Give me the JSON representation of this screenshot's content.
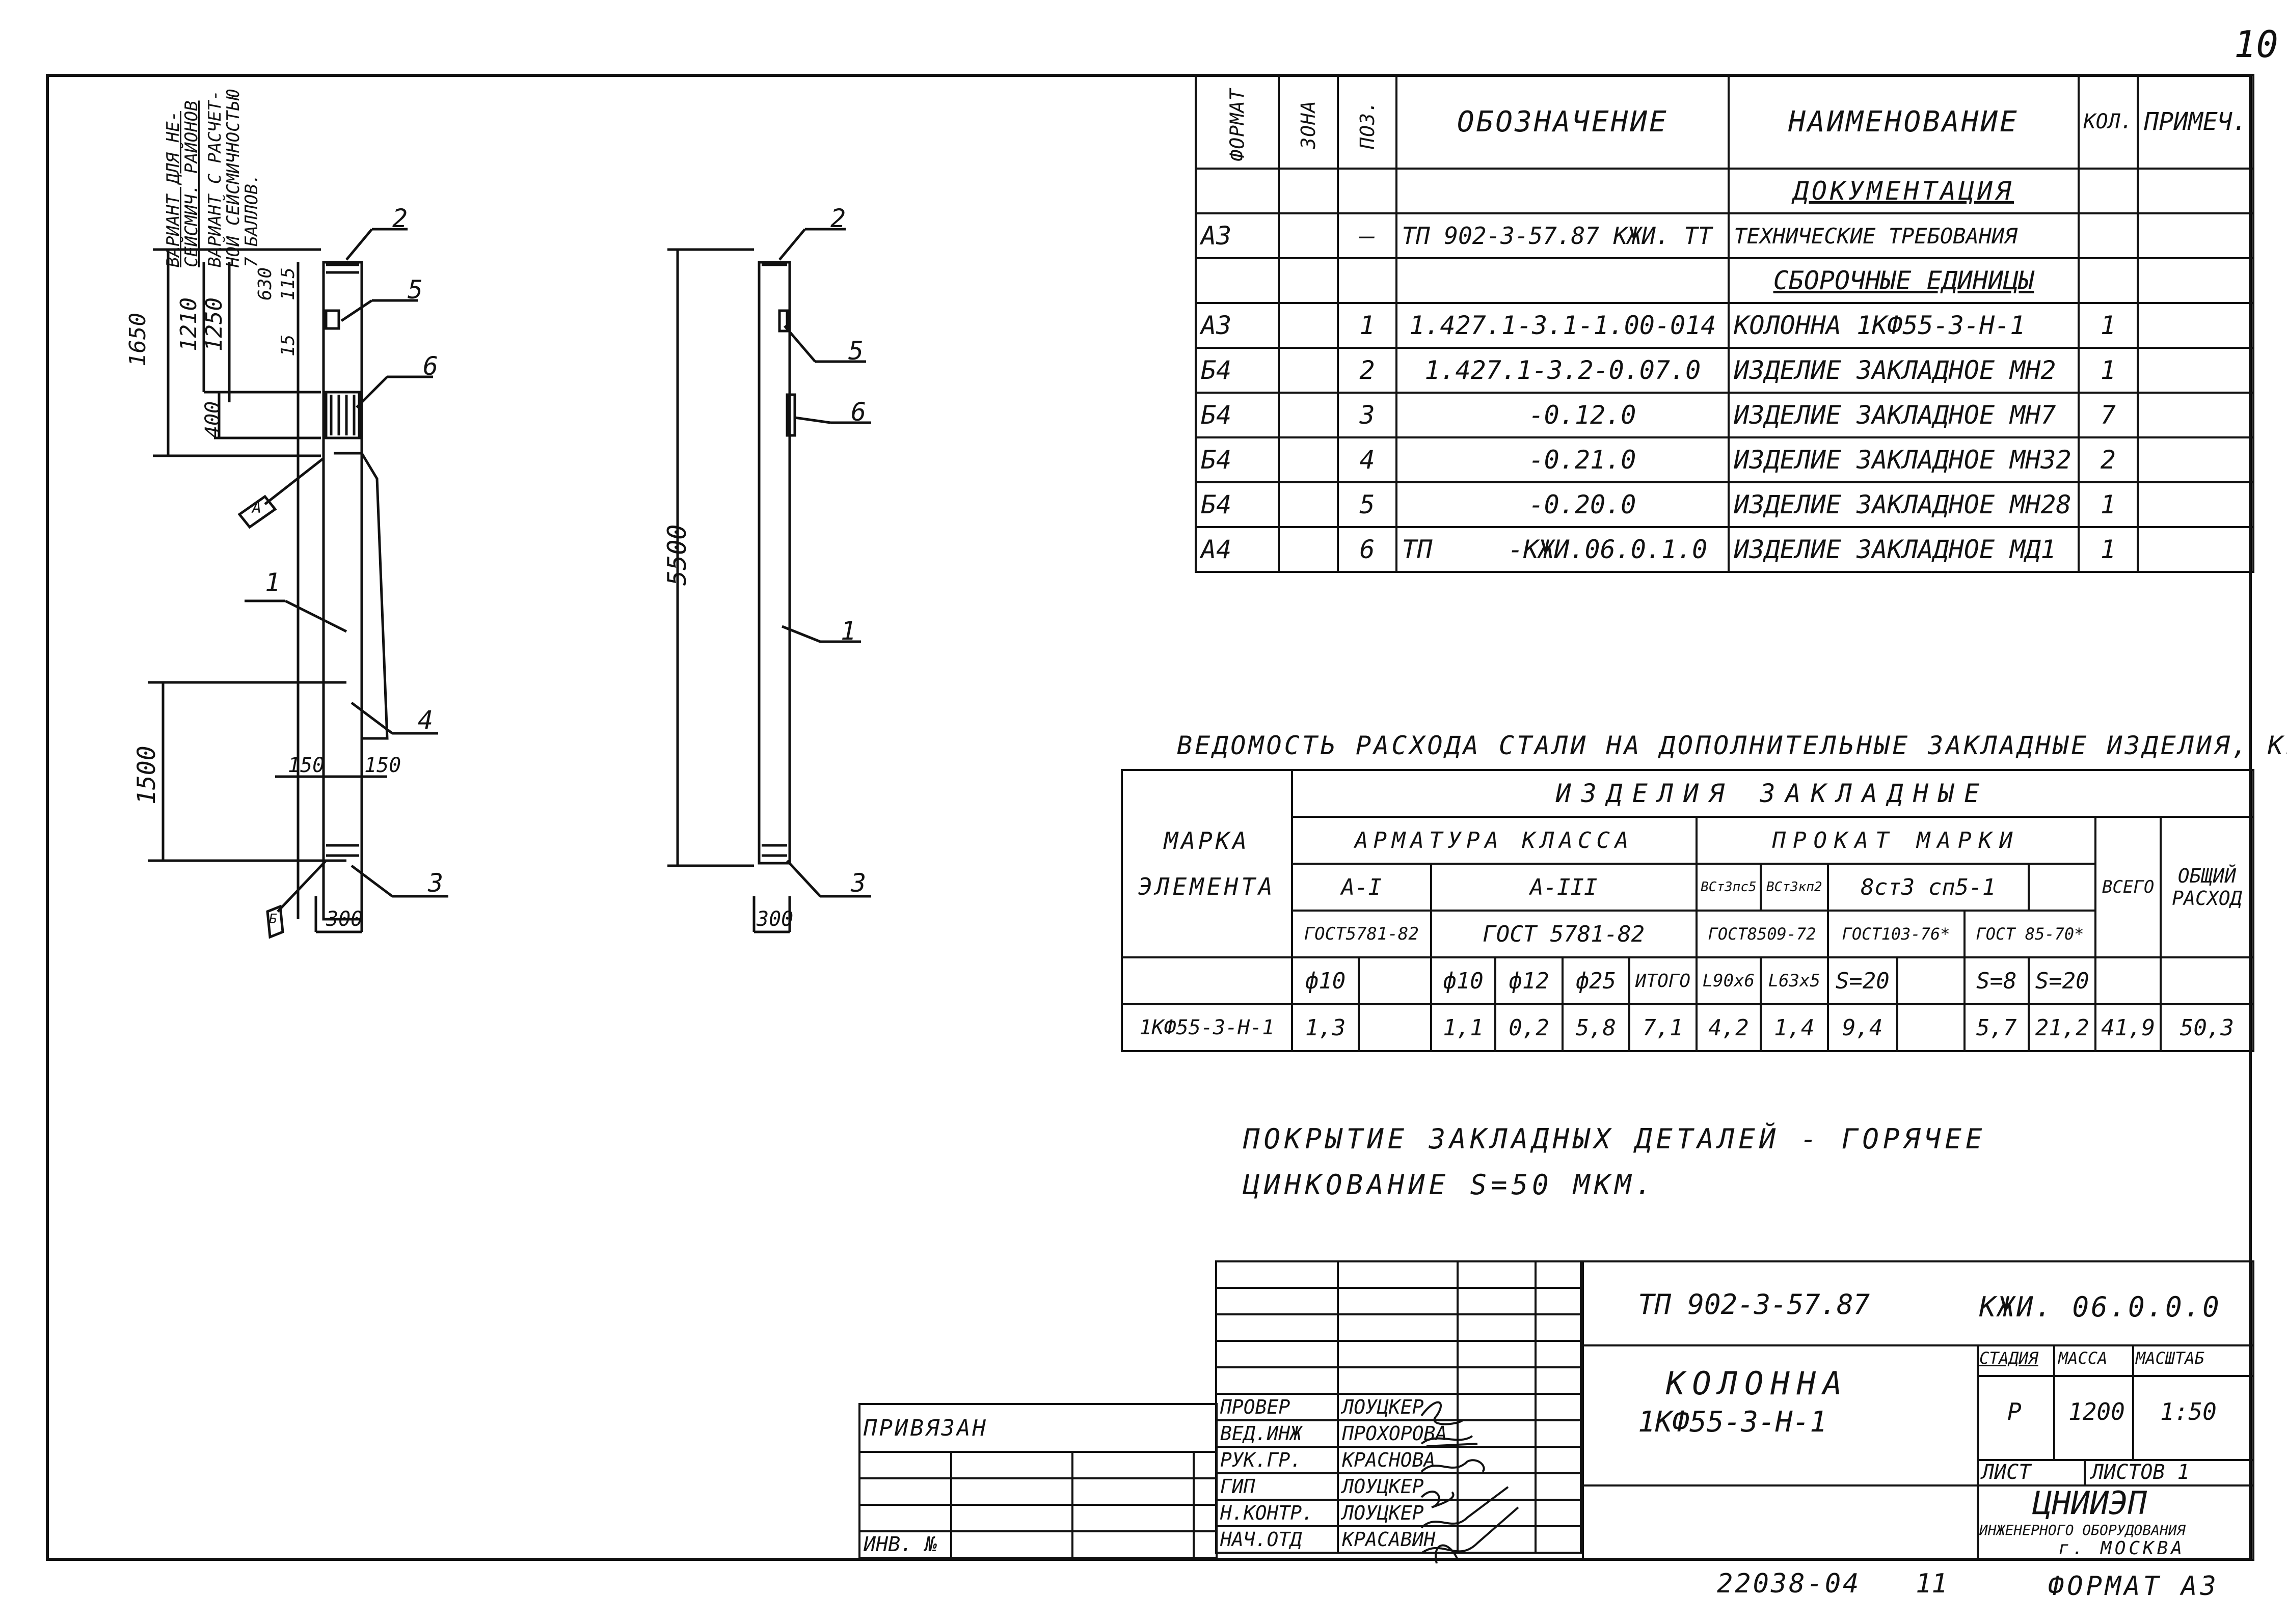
{
  "page_number": "10",
  "seismic_note": [
    "ВАРИАНТ ДЛЯ НЕ-",
    "СЕЙСМИЧ. РАЙОНОВ",
    "ВАРИАНТ С РАСЧЕТ-",
    "НОЙ СЕЙСМИЧНОСТЬЮ",
    "7 БАЛЛОВ."
  ],
  "drawing_left": {
    "dims": {
      "d1650": "1650",
      "d1210": "1210",
      "d1250": "1250",
      "d630": "630",
      "d115": "115",
      "d15": "15",
      "d400": "400",
      "d1500": "1500",
      "d150a": "150",
      "d150b": "150",
      "d300": "300"
    },
    "callouts": {
      "c1": "1",
      "c2": "2",
      "c3": "3",
      "c4": "4",
      "c5": "5",
      "c6": "6",
      "diamond1": "А",
      "diamond2": "Б"
    }
  },
  "drawing_right": {
    "dims": {
      "d5500": "5500",
      "d300": "300"
    },
    "callouts": {
      "c1": "1",
      "c2": "2",
      "c3": "3",
      "c5": "5",
      "c6": "6"
    }
  },
  "spec_table": {
    "headers": {
      "format": "ФОРМАТ",
      "zone": "ЗОНА",
      "pos": "ПОЗ.",
      "designation": "ОБОЗНАЧЕНИЕ",
      "name": "НАИМЕНОВАНИЕ",
      "qty": "КОЛ.",
      "note": "ПРИМЕЧ."
    },
    "section_docs": "ДОКУМЕНТАЦИЯ",
    "section_assemblies": "СБОРОЧНЫЕ ЕДИНИЦЫ",
    "doc_row": {
      "format": "А3",
      "pos": "–",
      "designation": "ТП 902-3-57.87    КЖИ. ТТ",
      "name": "ТЕХНИЧЕСКИЕ ТРЕБОВАНИЯ"
    },
    "rows": [
      {
        "format": "А3",
        "pos": "1",
        "designation": "1.427.1-3.1-1.00-014",
        "name": "КОЛОННА 1КФ55-3-Н-1",
        "qty": "1"
      },
      {
        "format": "Б4",
        "pos": "2",
        "designation": "1.427.1-3.2-0.07.0",
        "name": "ИЗДЕЛИЕ ЗАКЛАДНОЕ МН2",
        "qty": "1"
      },
      {
        "format": "Б4",
        "pos": "3",
        "designation": "-0.12.0",
        "name": "ИЗДЕЛИЕ ЗАКЛАДНОЕ МН7",
        "qty": "7"
      },
      {
        "format": "Б4",
        "pos": "4",
        "designation": "-0.21.0",
        "name": "ИЗДЕЛИЕ ЗАКЛАДНОЕ МН32",
        "qty": "2"
      },
      {
        "format": "Б4",
        "pos": "5",
        "designation": "-0.20.0",
        "name": "ИЗДЕЛИЕ ЗАКЛАДНОЕ МН28",
        "qty": "1"
      },
      {
        "format": "А4",
        "pos": "6",
        "designation_left": "ТП",
        "designation": "-КЖИ.06.0.1.0",
        "name": "ИЗДЕЛИЕ ЗАКЛАДНОЕ МД1",
        "qty": "1"
      }
    ]
  },
  "steel_title": "ВЕДОМОСТЬ РАСХОДА СТАЛИ НА ДОПОЛНИТЕЛЬНЫЕ ЗАКЛАДНЫЕ ИЗДЕЛИЯ, КГ.",
  "steel_table": {
    "mark_header": "МАРКА ЭЛЕМЕНТА",
    "group_header": "ИЗДЕЛИЯ ЗАКЛАДНЫЕ",
    "armature_header": "АРМАТУРА КЛАССА",
    "rolled_header": "ПРОКАТ МАРКИ",
    "class_a1": "А-I",
    "class_a3": "А-III",
    "vst_ps5": "ВСт3пс5",
    "vst_kp2": "ВСт3кп2",
    "vst3": "8ст3 сп5-1",
    "gost_a1": "ГОСТ5781-82",
    "gost_a3": "ГОСТ 5781-82",
    "gost_8509": "ГОСТ8509-72",
    "gost_103": "ГОСТ103-76*",
    "gost_85": "ГОСТ 85-70*",
    "total_rolled": "ВСЕГО",
    "total_header": "ОБЩИЙ РАСХОД",
    "sizes": [
      "ф10",
      "",
      "ф10",
      "ф12",
      "ф25",
      "ИТОГО",
      "L90x6",
      "L63x5",
      "S=20",
      "",
      "S=8",
      "S=20"
    ],
    "row": {
      "mark": "1КФ55-3-Н-1",
      "values": [
        "1,3",
        "",
        "1,1",
        "0,2",
        "5,8",
        "7,1",
        "4,2",
        "1,4",
        "9,4",
        "",
        "5,7",
        "21,2",
        "41,9",
        "50,3"
      ]
    }
  },
  "coating_note": [
    "ПОКРЫТИЕ ЗАКЛАДНЫХ ДЕТАЛЕЙ - ГОРЯЧЕЕ",
    "ЦИНКОВАНИЕ S=50 МКМ."
  ],
  "title_block": {
    "project_code": "ТП 902-3-57.87",
    "doc_code": "КЖИ. 06.0.0.0",
    "object_name": [
      "КОЛОННА",
      "1КФ55-3-Н-1"
    ],
    "stage_label": "СТАДИЯ",
    "mass_label": "МАССА",
    "scale_label": "МАСШТАБ",
    "stage": "Р",
    "mass": "1200",
    "scale": "1:50",
    "sheet_label": "ЛИСТ",
    "sheets_label": "ЛИСТОВ 1",
    "org": [
      "ЦНИИЭП",
      "ИНЖЕНЕРНОГО ОБОРУДОВАНИЯ",
      "г. МОСКВА"
    ],
    "signatures": [
      {
        "role": "ПРОВЕР",
        "name": "ЛОУЦКЕР"
      },
      {
        "role": "ВЕД.ИНЖ",
        "name": "ПРОХОРОВА"
      },
      {
        "role": "РУК.ГР.",
        "name": "КРАСНОВА"
      },
      {
        "role": "ГИП",
        "name": "ЛОУЦКЕР"
      },
      {
        "role": "Н.КОНТР.",
        "name": "ЛОУЦКЕР"
      },
      {
        "role": "НАЧ.ОТД",
        "name": "КРАСАВИН"
      }
    ]
  },
  "bound_label": "ПРИВЯЗАН",
  "inv_label": "ИНВ. №",
  "footer_number": "22038-04",
  "footer_sheet": "11",
  "format_label": "ФОРМАТ А3"
}
